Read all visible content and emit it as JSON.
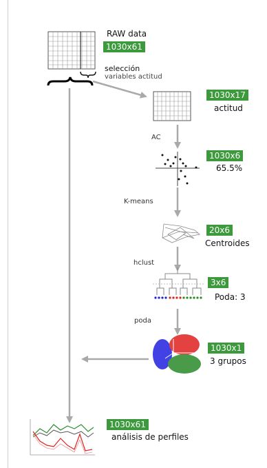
{
  "raw": {
    "title": "RAW data",
    "dims": "1030x61"
  },
  "selection": {
    "line1": "selección",
    "line2": "variables actitud"
  },
  "attitude": {
    "dims": "1030x17",
    "label": "actitud"
  },
  "ac": {
    "step": "AC",
    "dims": "1030x6",
    "variance": "65.5%"
  },
  "kmeans": {
    "step": "K-means",
    "dims": "20x6",
    "label": "Centroides"
  },
  "hclust": {
    "step": "hclust",
    "dims": "3x6",
    "label": "Poda: 3"
  },
  "poda": {
    "step": "poda",
    "dims": "1030x1",
    "label": "3 grupos"
  },
  "profiles": {
    "dims": "1030x61",
    "label": "análisis de perfiles"
  },
  "colors": {
    "badge": "#3c9a3c",
    "arrow": "#a9a9a9",
    "cluster_red": "#e02020",
    "cluster_green": "#2a8a2a",
    "cluster_blue": "#2020e0"
  }
}
